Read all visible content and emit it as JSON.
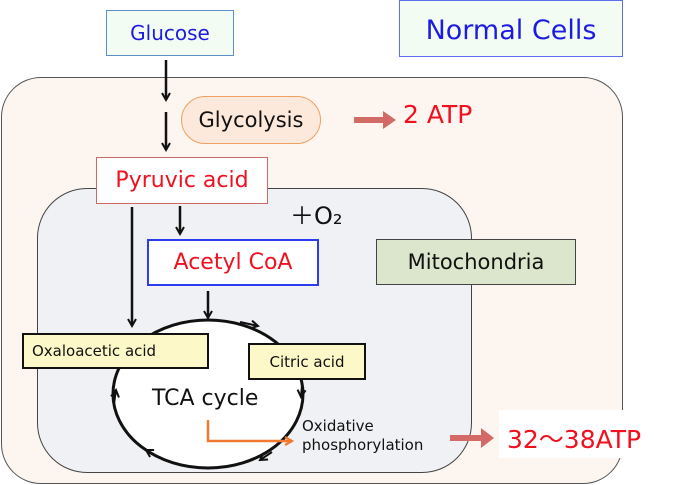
{
  "title": "Normal Cells",
  "nodes": {
    "glucose": "Glucose",
    "glycolysis": "Glycolysis",
    "atp_glycolysis": "2 ATP",
    "pyruvic_acid": "Pyruvic acid",
    "oxygen": "＋O₂",
    "acetyl_coa": "Acetyl CoA",
    "mitochondria": "Mitochondria",
    "oxaloacetic_acid": "Oxaloacetic acid",
    "citric_acid": "Citric acid",
    "tca_cycle": "TCA cycle",
    "oxidative_line1": "Oxidative",
    "oxidative_line2": "phosphorylation",
    "atp_oxphos": "32〜38ATP"
  },
  "colors": {
    "product_text": "#f01020",
    "title_text": "#1c1ce0",
    "atp_arrow": "#d46a66",
    "oxphos_arrow": "#f07830"
  }
}
